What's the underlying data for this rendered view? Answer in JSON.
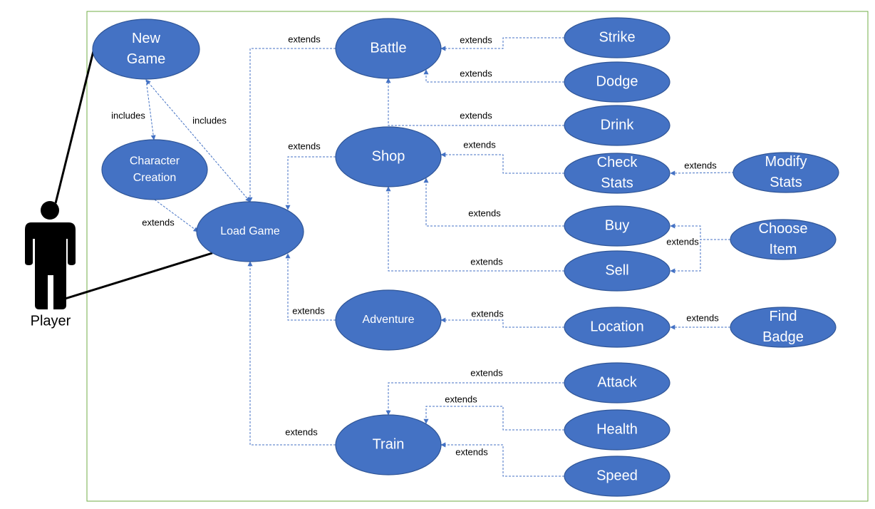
{
  "actor": {
    "label": "Player",
    "icon": "person-icon"
  },
  "colors": {
    "use_case_fill": "#4472c4",
    "use_case_stroke": "#2f5597",
    "relation_line": "#4472c4",
    "boundary": "#70ad47",
    "association": "#000000"
  },
  "use_cases": [
    {
      "id": "new-game",
      "lines": [
        "New",
        "Game"
      ]
    },
    {
      "id": "character-creation",
      "lines": [
        "Character",
        "Creation"
      ]
    },
    {
      "id": "load-game",
      "lines": [
        "Load Game"
      ]
    },
    {
      "id": "battle",
      "lines": [
        "Battle"
      ]
    },
    {
      "id": "shop",
      "lines": [
        "Shop"
      ]
    },
    {
      "id": "adventure",
      "lines": [
        "Adventure"
      ]
    },
    {
      "id": "train",
      "lines": [
        "Train"
      ]
    },
    {
      "id": "strike",
      "lines": [
        "Strike"
      ]
    },
    {
      "id": "dodge",
      "lines": [
        "Dodge"
      ]
    },
    {
      "id": "drink",
      "lines": [
        "Drink"
      ]
    },
    {
      "id": "check-stats",
      "lines": [
        "Check",
        "Stats"
      ]
    },
    {
      "id": "buy",
      "lines": [
        "Buy"
      ]
    },
    {
      "id": "sell",
      "lines": [
        "Sell"
      ]
    },
    {
      "id": "location",
      "lines": [
        "Location"
      ]
    },
    {
      "id": "attack",
      "lines": [
        "Attack"
      ]
    },
    {
      "id": "health",
      "lines": [
        "Health"
      ]
    },
    {
      "id": "speed",
      "lines": [
        "Speed"
      ]
    },
    {
      "id": "modify-stats",
      "lines": [
        "Modify",
        "Stats"
      ]
    },
    {
      "id": "choose-item",
      "lines": [
        "Choose",
        "Item"
      ]
    },
    {
      "id": "find-badge",
      "lines": [
        "Find",
        "Badge"
      ]
    }
  ],
  "associations": [
    {
      "from": "actor",
      "to": "new-game"
    },
    {
      "from": "actor",
      "to": "load-game"
    }
  ],
  "relations": [
    {
      "id": "rel-newgame-charcreation",
      "label": "includes"
    },
    {
      "id": "rel-newgame-loadgame",
      "label": "includes"
    },
    {
      "id": "rel-charcreation-loadgame",
      "label": "extends"
    },
    {
      "id": "rel-battle-loadgame",
      "label": "extends"
    },
    {
      "id": "rel-shop-loadgame",
      "label": "extends"
    },
    {
      "id": "rel-adventure-loadgame",
      "label": "extends"
    },
    {
      "id": "rel-train-loadgame",
      "label": "extends"
    },
    {
      "id": "rel-strike-battle",
      "label": "extends"
    },
    {
      "id": "rel-dodge-battle",
      "label": "extends"
    },
    {
      "id": "rel-drink-battle",
      "label": "extends"
    },
    {
      "id": "rel-checkstats-shop",
      "label": "extends"
    },
    {
      "id": "rel-buy-shop",
      "label": "extends"
    },
    {
      "id": "rel-sell-shop",
      "label": "extends"
    },
    {
      "id": "rel-modifystats-checkstats",
      "label": "extends"
    },
    {
      "id": "rel-chooseitem-buysell",
      "label": "extends"
    },
    {
      "id": "rel-location-adventure",
      "label": "extends"
    },
    {
      "id": "rel-findbadge-location",
      "label": "extends"
    },
    {
      "id": "rel-attack-train",
      "label": "extends"
    },
    {
      "id": "rel-health-train",
      "label": "extends"
    },
    {
      "id": "rel-speed-train",
      "label": "extends"
    }
  ]
}
